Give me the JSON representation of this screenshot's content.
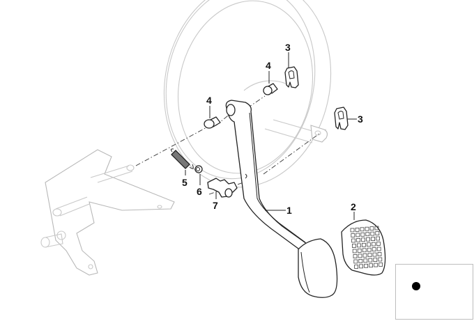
{
  "diagram": {
    "title": "Brake pedal assembly exploded view",
    "parts": [
      {
        "number": "1",
        "name": "pedal-arm"
      },
      {
        "number": "2",
        "name": "pedal-pad"
      },
      {
        "number": "3",
        "name": "clip-upper"
      },
      {
        "number": "3",
        "name": "clip-right"
      },
      {
        "number": "4",
        "name": "bushing-upper"
      },
      {
        "number": "4",
        "name": "bushing-left"
      },
      {
        "number": "5",
        "name": "return-spring"
      },
      {
        "number": "6",
        "name": "bushing-small"
      },
      {
        "number": "7",
        "name": "switch-bracket"
      }
    ],
    "labels": {
      "p1": "1",
      "p2": "2",
      "p3a": "3",
      "p3b": "3",
      "p4a": "4",
      "p4b": "4",
      "p5": "5",
      "p6": "6",
      "p7": "7"
    },
    "colors": {
      "line": "#222222",
      "ghost": "#c8c8c8",
      "background": "#ffffff"
    }
  },
  "legend": {
    "marker": "filled-dot"
  }
}
